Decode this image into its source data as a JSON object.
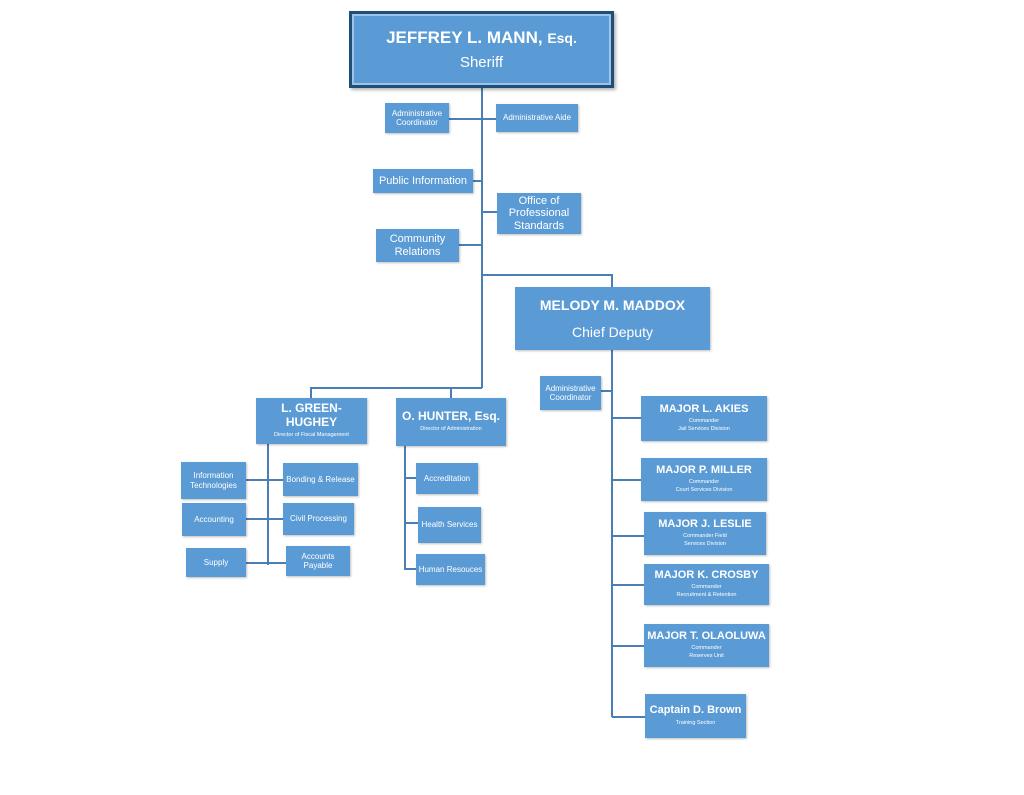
{
  "sheriff": {
    "name": "JEFFREY L. MANN,",
    "suffix": "Esq.",
    "title": "Sheriff"
  },
  "staff": {
    "admin_coordinator": "Administrative Coordinator",
    "admin_aide": "Administrative Aide",
    "public_information": "Public Information",
    "professional_standards": "Office of Professional Standards",
    "community_relations": "Community Relations"
  },
  "chief_deputy": {
    "name": "MELODY M. MADDOX",
    "title": "Chief Deputy",
    "admin_coordinator": "Administrative Coordinator"
  },
  "fiscal": {
    "name": "L. GREEN-HUGHEY",
    "title": "Director  of Fiscal Management",
    "units": {
      "it": "Information Technologies",
      "bonding": "Bonding & Release",
      "accounting": "Accounting",
      "civil": "Civil Processing",
      "supply": "Supply",
      "payable": "Accounts Payable"
    }
  },
  "administration": {
    "name": "O. HUNTER, Esq.",
    "title": "Director  of Administration",
    "units": {
      "accreditation": "Accreditation",
      "health": "Health Services",
      "hr": "Human Resouces"
    }
  },
  "majors": [
    {
      "name": "MAJOR L. AKIES",
      "role": "Commander",
      "unit": "Jail  Services  Division"
    },
    {
      "name": "MAJOR P. MILLER",
      "role": "Commander",
      "unit": "Court  Services  Division"
    },
    {
      "name": "MAJOR J. LESLIE",
      "role": "Commander                              Field",
      "unit": "Services  Division"
    },
    {
      "name": "MAJOR  K. CROSBY",
      "role": "Commander",
      "unit": "Recruitment   &  Retention"
    },
    {
      "name": "MAJOR T. OLAOLUWA",
      "role": "Commander",
      "unit": "Reserves  Unit"
    },
    {
      "name": "Captain D. Brown",
      "role": "",
      "unit": "Training  Section"
    }
  ],
  "colors": {
    "box": "#5b9bd5",
    "line": "#4a7fb5",
    "border": "#1f4e79"
  }
}
